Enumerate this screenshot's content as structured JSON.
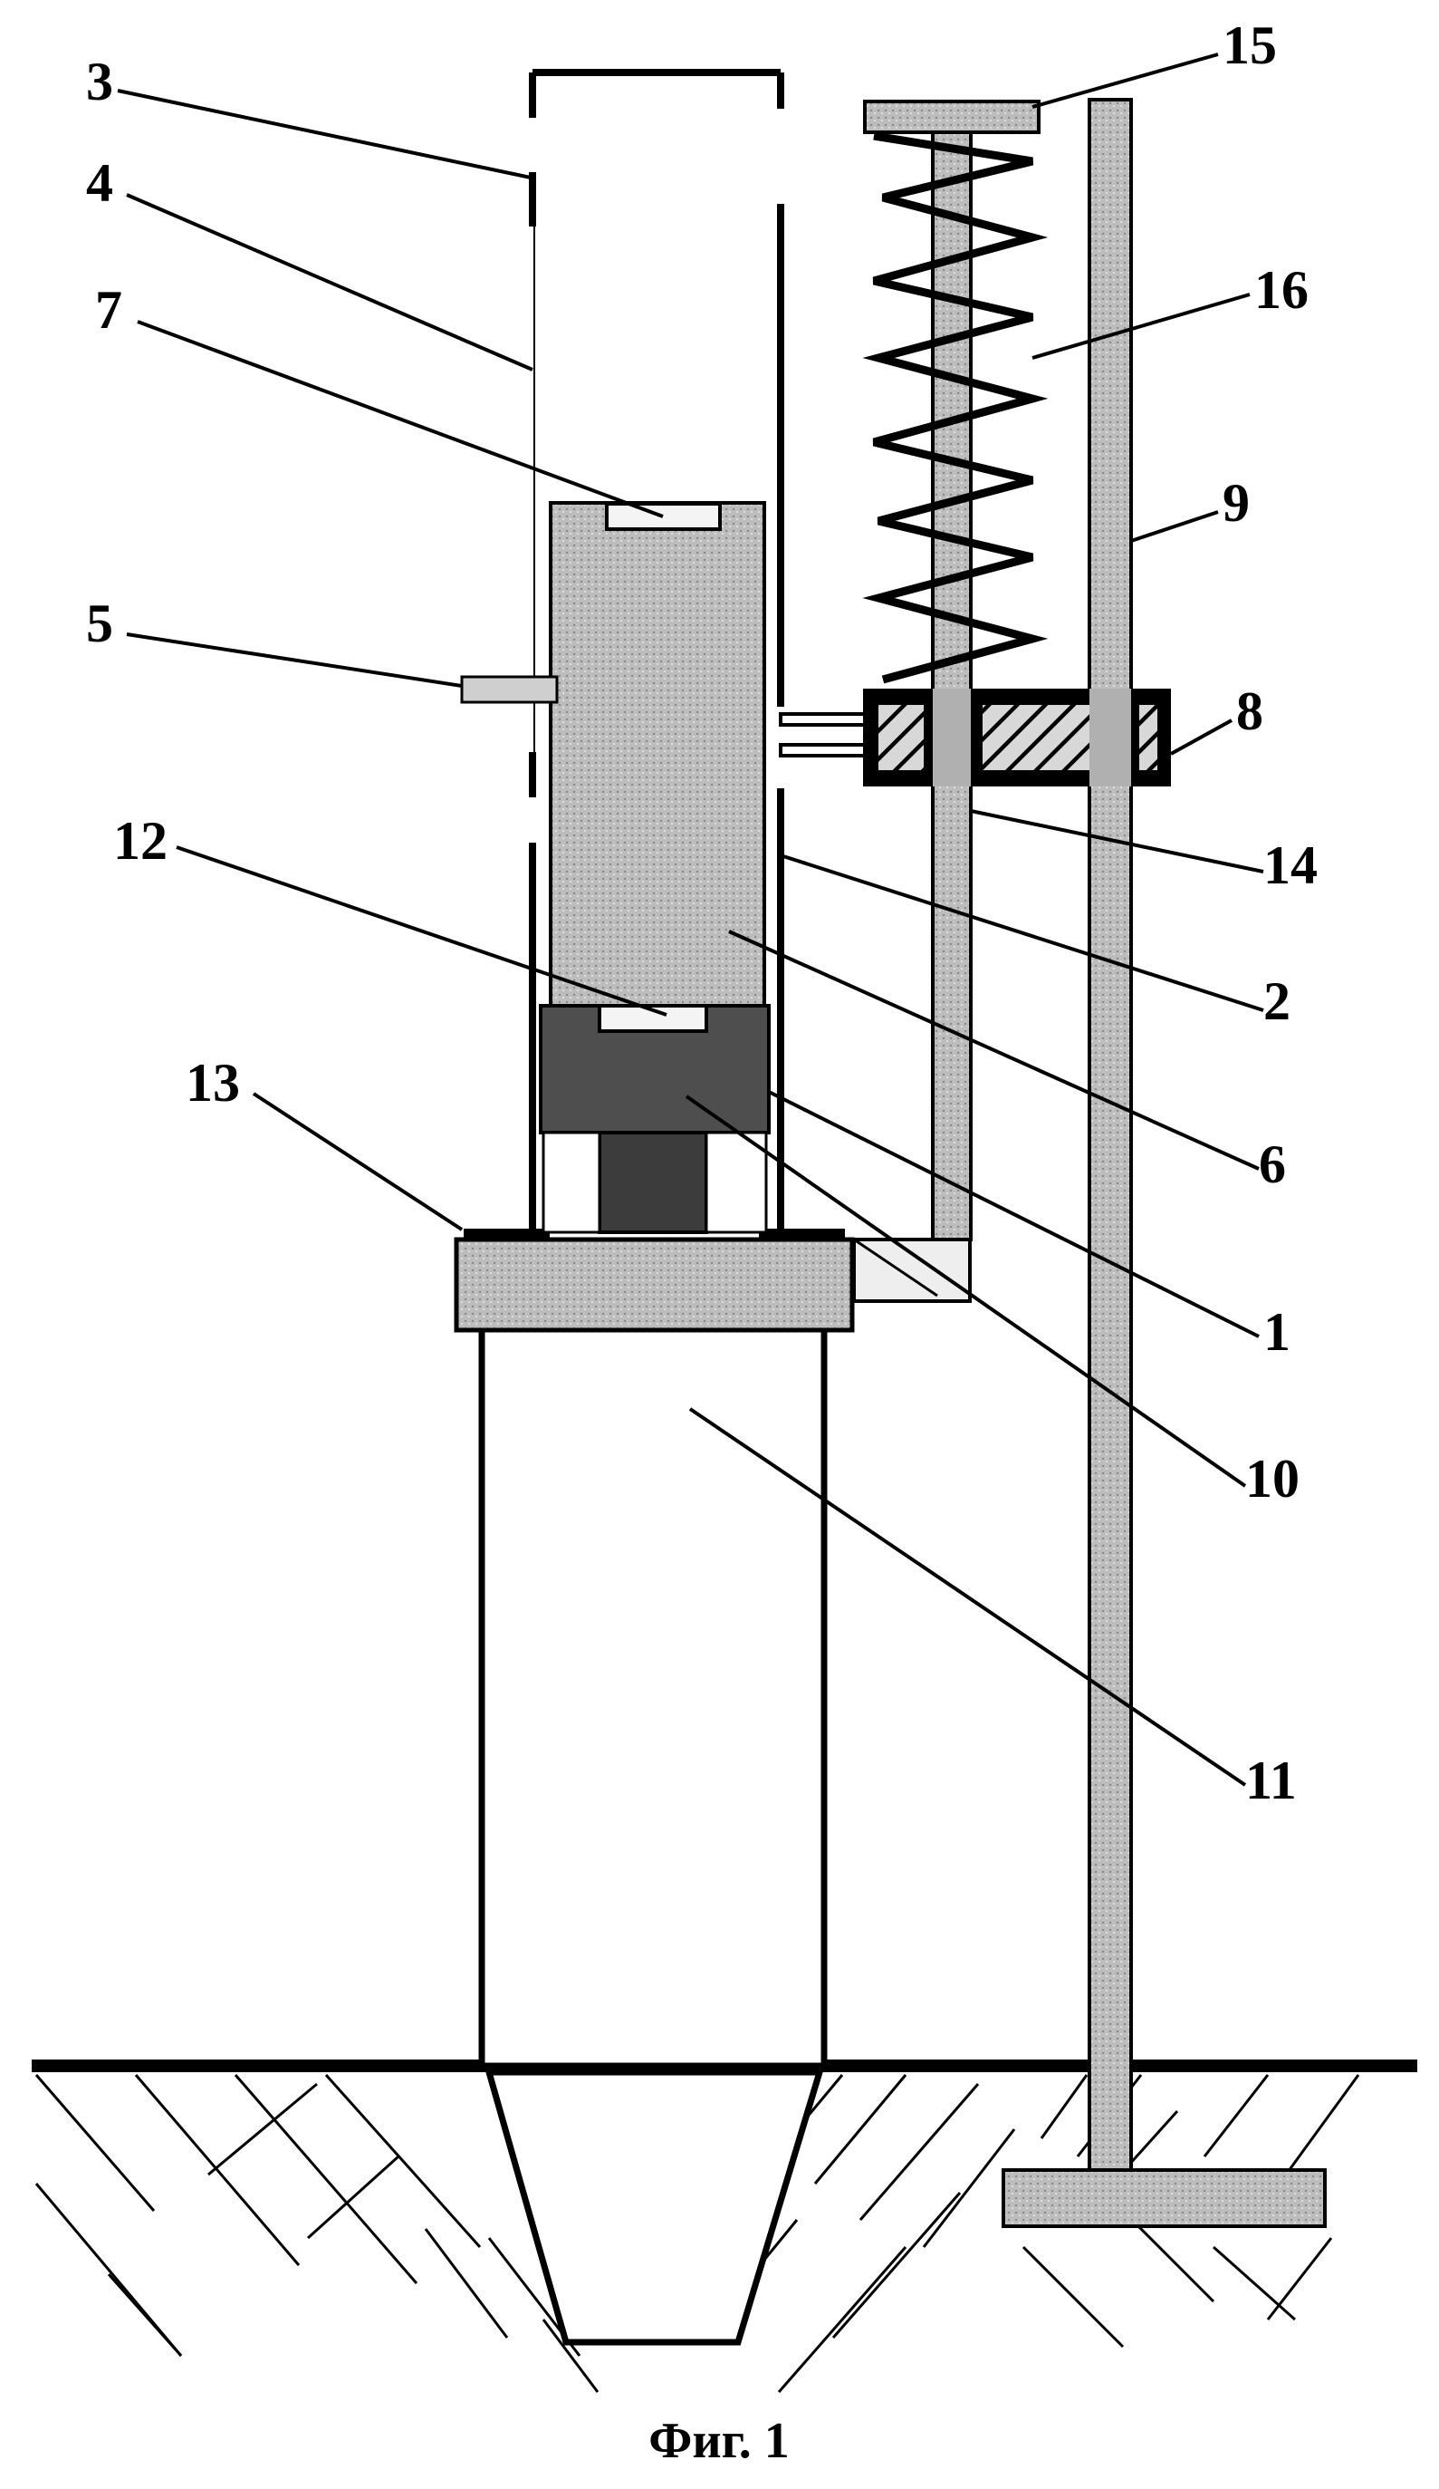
{
  "figure": {
    "caption": "Фиг. 1",
    "labels": {
      "l1": "1",
      "l2": "2",
      "l3": "3",
      "l4": "4",
      "l5": "5",
      "l6": "6",
      "l7": "7",
      "l8": "8",
      "l9": "9",
      "l10": "10",
      "l11": "11",
      "l12": "12",
      "l13": "13",
      "l14": "14",
      "l15": "15",
      "l16": "16"
    }
  },
  "colors": {
    "ink": "#000000",
    "gray_light": "#c4c4c4",
    "gray_mid": "#9a9a9a",
    "gray_dark": "#444444",
    "background": "#ffffff"
  }
}
